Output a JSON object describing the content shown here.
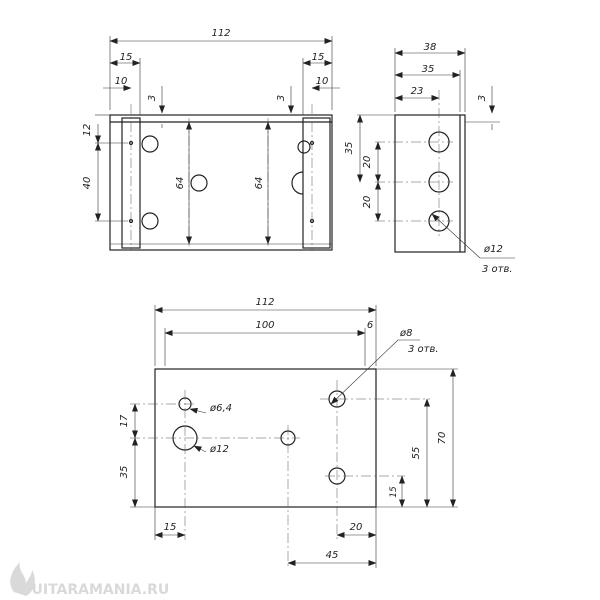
{
  "colors": {
    "line": "#222222",
    "watermark": "#d9d9d9"
  },
  "front_view": {
    "dims": {
      "overall_width": "112",
      "left_offset_15": "15",
      "right_offset_15": "15",
      "left_offset_10": "10",
      "right_offset_10": "10",
      "left_3": "3",
      "right_3": "3",
      "top_12": "12",
      "spacing_40": "40",
      "height_64_a": "64",
      "height_64_b": "64"
    }
  },
  "side_view": {
    "dims": {
      "depth_38": "38",
      "depth_35": "35",
      "offset_23": "23",
      "wall_3": "3",
      "height_35": "35",
      "pitch_20_a": "20",
      "pitch_20_b": "20",
      "hole_diameter": "ø12",
      "hole_count": "3 отв."
    }
  },
  "top_view": {
    "dims": {
      "overall_width": "112",
      "width_100": "100",
      "offset_6": "6",
      "hole_8": "ø8",
      "hole_8_count": "3 отв.",
      "hole_64": "ø6,4",
      "hole_12": "ø12",
      "dim_17": "17",
      "dim_35": "35",
      "dim_70": "70",
      "dim_55": "55",
      "dim_15_right": "15",
      "dim_15_bottom": "15",
      "dim_20": "20",
      "dim_45": "45"
    }
  },
  "watermark": {
    "text": "GUITARAMANIA.RU",
    "icon": "flame-icon"
  }
}
